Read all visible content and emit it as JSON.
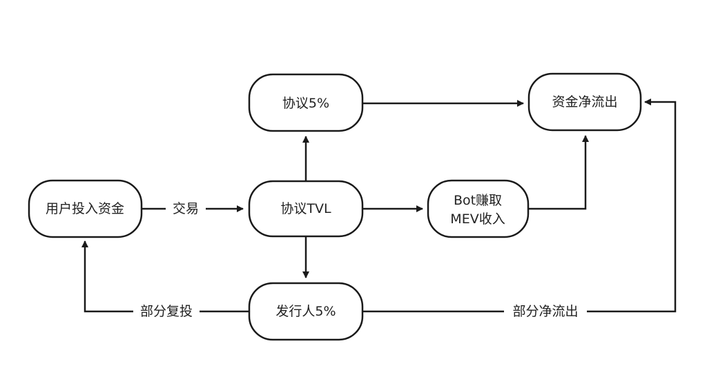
{
  "nodes": {
    "user_funds": {
      "label": "用户投入资金"
    },
    "protocol_fee": {
      "label": "协议5%"
    },
    "protocol_tvl": {
      "label": "协议TVL"
    },
    "bot_mev": {
      "lines": [
        "Bot赚取",
        "MEV收入"
      ]
    },
    "issuer_fee": {
      "label": "发行人5%"
    },
    "net_outflow": {
      "label": "资金净流出"
    }
  },
  "edges": {
    "trade": {
      "label": "交易"
    },
    "partial_reinvest": {
      "label": "部分复投"
    },
    "partial_net_outflow": {
      "label": "部分净流出"
    }
  },
  "colors": {
    "stroke": "#1a1a1a",
    "text": "#222222",
    "background": "#ffffff"
  }
}
